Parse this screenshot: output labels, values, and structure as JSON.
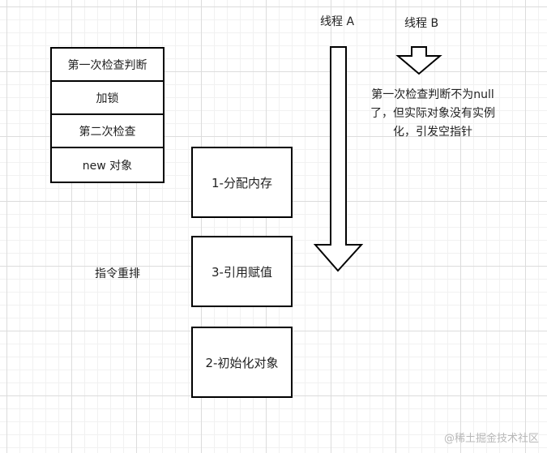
{
  "threads": {
    "a_label": "线程 A",
    "b_label": "线程 B"
  },
  "steps": [
    "第一次检查判断",
    "加锁",
    "第二次检查",
    "new 对象"
  ],
  "reorder_label": "指令重排",
  "operations": [
    "1-分配内存",
    "3-引用赋值",
    "2-初始化对象"
  ],
  "note": "第一次检查判断不为null 了，但实际对象没有实例化，引发空指针",
  "watermark": "@稀土掘金技术社区",
  "colors": {
    "background": "#ffffff",
    "grid": "#dcdcdc",
    "stroke": "#000000",
    "watermark": "#b8b8b8"
  }
}
